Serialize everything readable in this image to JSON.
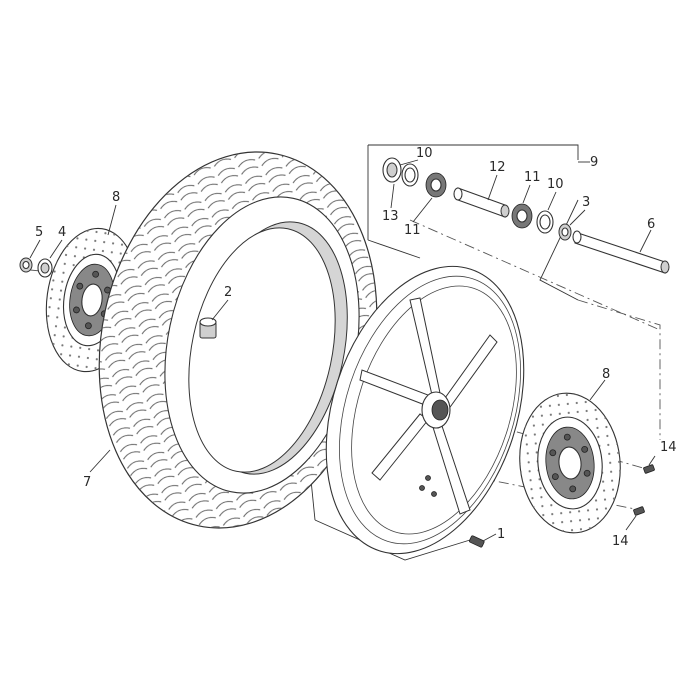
{
  "callouts": [
    {
      "id": "c1",
      "label": "1"
    },
    {
      "id": "c2",
      "label": "2"
    },
    {
      "id": "c3",
      "label": "3"
    },
    {
      "id": "c4",
      "label": "4"
    },
    {
      "id": "c5",
      "label": "5"
    },
    {
      "id": "c6",
      "label": "6"
    },
    {
      "id": "c7",
      "label": "7"
    },
    {
      "id": "c8a",
      "label": "8"
    },
    {
      "id": "c8b",
      "label": "8"
    },
    {
      "id": "c9",
      "label": "9"
    },
    {
      "id": "c10a",
      "label": "10"
    },
    {
      "id": "c10b",
      "label": "10"
    },
    {
      "id": "c11a",
      "label": "11"
    },
    {
      "id": "c11b",
      "label": "11"
    },
    {
      "id": "c12",
      "label": "12"
    },
    {
      "id": "c13",
      "label": "13"
    },
    {
      "id": "c14a",
      "label": "14"
    },
    {
      "id": "c14b",
      "label": "14"
    }
  ]
}
